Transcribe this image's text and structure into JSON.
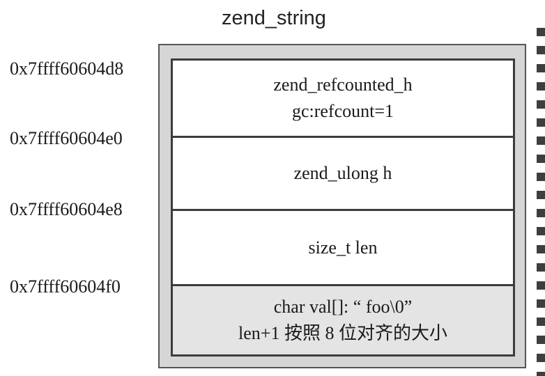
{
  "title": "zend_string",
  "addresses": [
    "0x7ffff60604d8",
    "0x7ffff60604e0",
    "0x7ffff60604e8",
    "0x7ffff60604f0"
  ],
  "fields": [
    {
      "line1": "zend_refcounted_h",
      "line2": "gc:refcount=1"
    },
    {
      "line1": "zend_ulong h",
      "line2": ""
    },
    {
      "line1": "size_t len",
      "line2": ""
    },
    {
      "line1": "char val[]: “ foo\\0”",
      "line2": "len+1 按照 8 位对齐的大小"
    }
  ]
}
